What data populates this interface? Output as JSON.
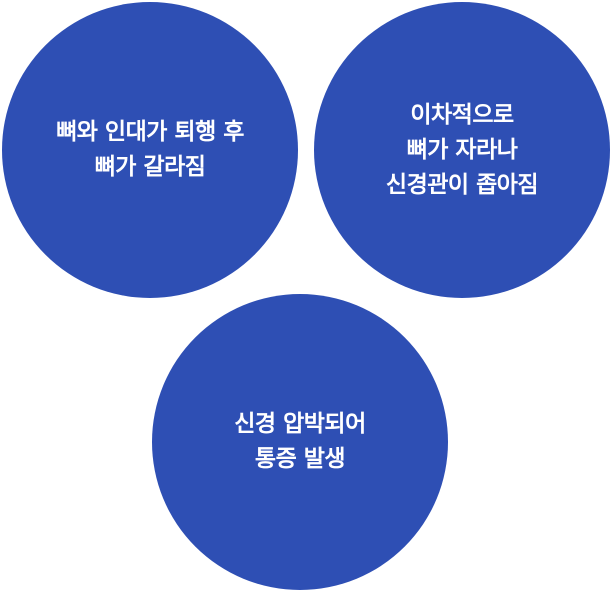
{
  "circles": [
    {
      "lines": [
        "뼈와 인대가 퇴행 후",
        "뼈가 갈라짐"
      ]
    },
    {
      "lines": [
        "이차적으로",
        "뼈가 자라나",
        "신경관이 좁아짐"
      ]
    },
    {
      "lines": [
        "신경 압박되어",
        "통증 발생"
      ]
    }
  ],
  "colors": {
    "circle_fill": "#2e4fb4",
    "text": "#ffffff",
    "background": "#ffffff"
  }
}
